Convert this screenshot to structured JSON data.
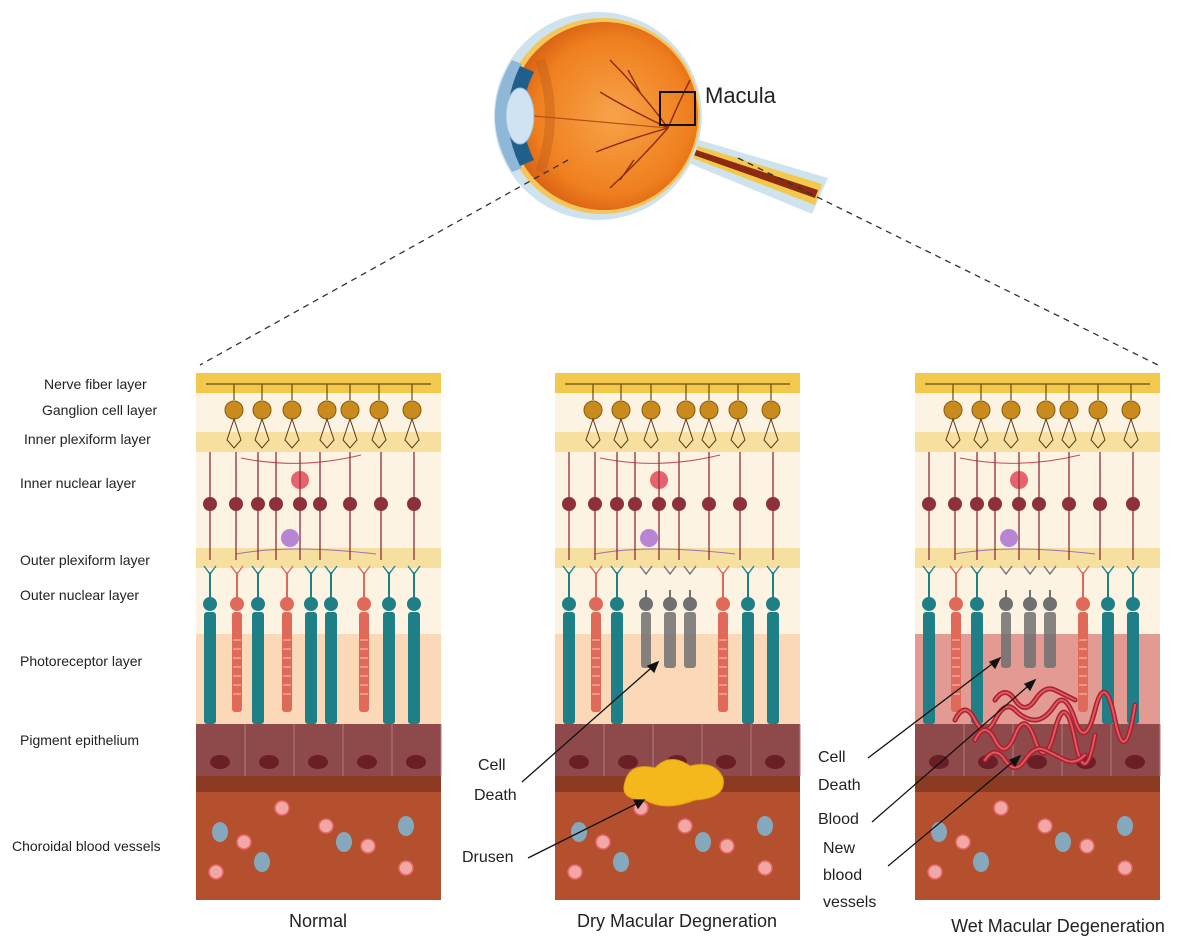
{
  "diagram": {
    "macula_label": "Macula",
    "layer_labels": [
      "Nerve fiber layer",
      "Ganglion cell layer",
      "Inner plexiform layer",
      "Inner nuclear layer",
      "Outer plexiform layer",
      "Outer nuclear layer",
      "Photoreceptor layer",
      "Pigment epithelium",
      "Choroidal blood vessels"
    ],
    "panels": [
      {
        "title": "Normal",
        "condition": "normal"
      },
      {
        "title": "Dry Macular Degneration",
        "condition": "dry"
      },
      {
        "title": "Wet Macular Degeneration",
        "condition": "wet"
      }
    ],
    "annotations": {
      "dry_cell_death_line1": "Cell",
      "dry_cell_death_line2": "Death",
      "dry_drusen": "Drusen",
      "wet_cell_death_line1": "Cell",
      "wet_cell_death_line2": "Death",
      "wet_blood": "Blood",
      "wet_new_line1": "New",
      "wet_new_line2": "blood",
      "wet_new_line3": "vessels"
    },
    "colors": {
      "nerve_fiber": "#f2c94c",
      "ganglion_cell": "#c98a1e",
      "band_light": "#fdf3e3",
      "band_yellow": "#f7dfa0",
      "bipolar_cell": "#8e2f3c",
      "rod": "#e06a5a",
      "cone": "#1e7f86",
      "pigment_epithelium": "#8e4a4a",
      "bruch_membrane": "#8a3b22",
      "choroid": "#b5502e",
      "drusen": "#f5b81c",
      "dead_cell": "#707070",
      "blood_fill": "#e48a8a",
      "eye_orange": "#f08a24"
    }
  }
}
